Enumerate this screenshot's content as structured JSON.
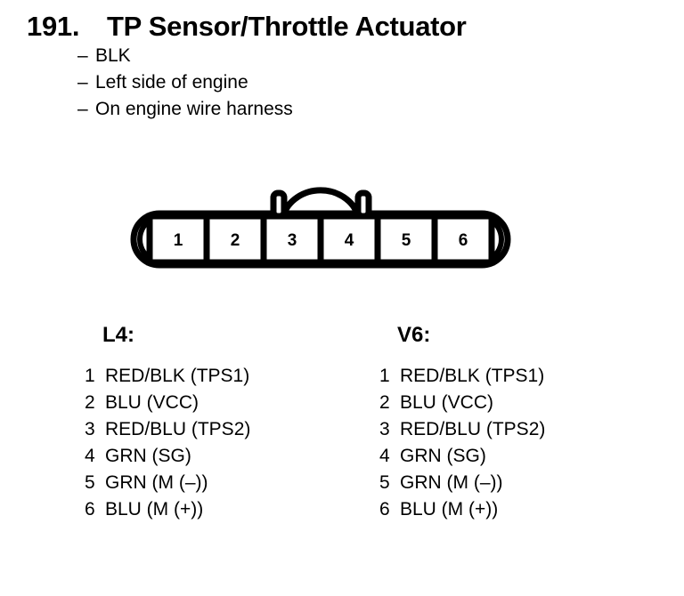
{
  "header": {
    "number": "191.",
    "title": "TP Sensor/Throttle Actuator",
    "bullet_dash": "–",
    "bullets": [
      "BLK",
      "Left side of engine",
      "On engine wire harness"
    ]
  },
  "connector": {
    "name": "6-pin connector",
    "pin_count": 6,
    "pins": [
      "1",
      "2",
      "3",
      "4",
      "5",
      "6"
    ],
    "latch": "locking-tab-arch",
    "line_color": "#000000",
    "fill_color": "#ffffff"
  },
  "pinouts": [
    {
      "heading": "L4:",
      "rows": [
        {
          "pin": "1",
          "label": "RED/BLK (TPS1)"
        },
        {
          "pin": "2",
          "label": "BLU (VCC)"
        },
        {
          "pin": "3",
          "label": "RED/BLU (TPS2)"
        },
        {
          "pin": "4",
          "label": "GRN (SG)"
        },
        {
          "pin": "5",
          "label": "GRN (M (–))"
        },
        {
          "pin": "6",
          "label": "BLU (M (+))"
        }
      ]
    },
    {
      "heading": "V6:",
      "rows": [
        {
          "pin": "1",
          "label": "RED/BLK (TPS1)"
        },
        {
          "pin": "2",
          "label": "BLU (VCC)"
        },
        {
          "pin": "3",
          "label": "RED/BLU (TPS2)"
        },
        {
          "pin": "4",
          "label": "GRN (SG)"
        },
        {
          "pin": "5",
          "label": "GRN (M (–))"
        },
        {
          "pin": "6",
          "label": "BLU (M (+))"
        }
      ]
    }
  ]
}
